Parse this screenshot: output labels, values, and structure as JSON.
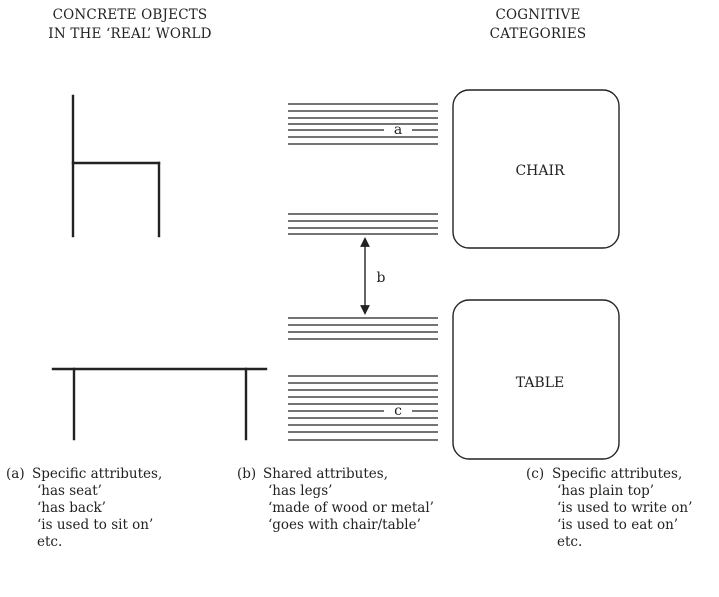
{
  "header": {
    "left_line1": "CONCRETE OBJECTS",
    "left_line2": "IN THE ‘REAL’ WORLD",
    "right_line1": "COGNITIVE",
    "right_line2": "CATEGORIES"
  },
  "diagram": {
    "box_chair_label": "CHAIR",
    "box_table_label": "TABLE",
    "marker_a": "a",
    "marker_b": "b",
    "marker_c": "c"
  },
  "captions": {
    "a": {
      "tag": "(a)",
      "lines": [
        "Specific attributes,",
        "‘has seat’",
        "‘has back’",
        "‘is used to sit on’",
        "etc."
      ]
    },
    "b": {
      "tag": "(b)",
      "lines": [
        "Shared attributes,",
        "‘has legs’",
        "‘made of wood or metal’",
        "‘goes with chair/table’"
      ]
    },
    "c": {
      "tag": "(c)",
      "lines": [
        "Specific attributes,",
        "‘has plain top’",
        "‘is used to write on’",
        "‘is used to eat on’",
        "etc."
      ]
    }
  }
}
